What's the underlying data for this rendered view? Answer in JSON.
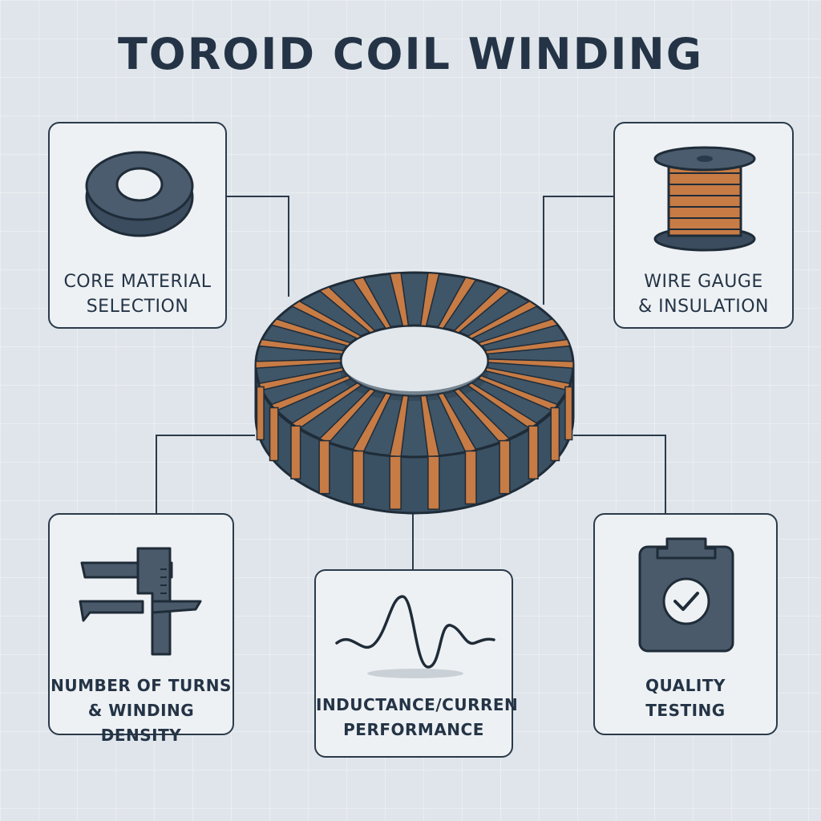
{
  "title": "TOROID COIL WINDING",
  "cards": {
    "core": {
      "line1": "CORE MATERIAL",
      "line2": "SELECTION",
      "icon": "core-ring-icon"
    },
    "wire": {
      "line1": "WIRE GAUGE",
      "line2": "& INSULATION",
      "icon": "wire-spool-icon"
    },
    "turns": {
      "line1": "NUMBER OF TURNS",
      "line2": "& WINDING DENSITY",
      "icon": "caliper-icon"
    },
    "inductance": {
      "line1": "INDUCTANCE/CURREN",
      "line2": "PERFORMANCE",
      "icon": "waveform-icon"
    },
    "quality": {
      "line1": "QUALITY",
      "line2": "TESTING",
      "icon": "clipboard-check-icon"
    }
  },
  "colors": {
    "ink": "#243446",
    "core": "#3f5568",
    "core_dark": "#33495c",
    "copper": "#c77b45",
    "card_bg": "#eef1f4",
    "background": "#dfe5ea"
  }
}
